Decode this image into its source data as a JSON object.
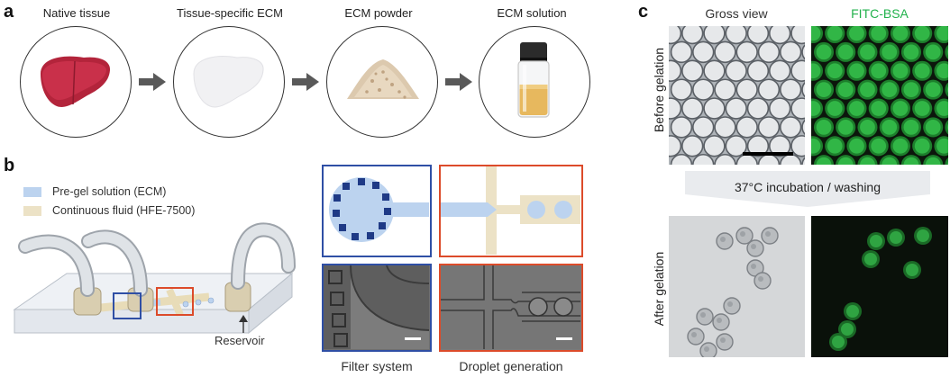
{
  "panels": {
    "a": "a",
    "b": "b",
    "c": "c"
  },
  "workflow": {
    "steps": [
      {
        "label": "Native tissue"
      },
      {
        "label": "Tissue-specific ECM"
      },
      {
        "label": "ECM powder"
      },
      {
        "label": "ECM solution"
      }
    ]
  },
  "legend": [
    {
      "label": "Pre-gel solution (ECM)",
      "color": "#bcd3ef"
    },
    {
      "label": "Continuous fluid (HFE-7500)",
      "color": "#ece2c6"
    }
  ],
  "device": {
    "reservoir_label": "Reservoir"
  },
  "zoom": {
    "filter_label": "Filter system",
    "droplet_label": "Droplet generation",
    "filter_color": "#2f4fa5",
    "droplet_color": "#dc4b2a"
  },
  "gelation": {
    "gross_view": "Gross view",
    "fitc": "FITC-BSA",
    "fitc_color": "#22b24c",
    "before": "Before gelation",
    "after": "After gelation",
    "process": "37°C incubation / washing"
  }
}
